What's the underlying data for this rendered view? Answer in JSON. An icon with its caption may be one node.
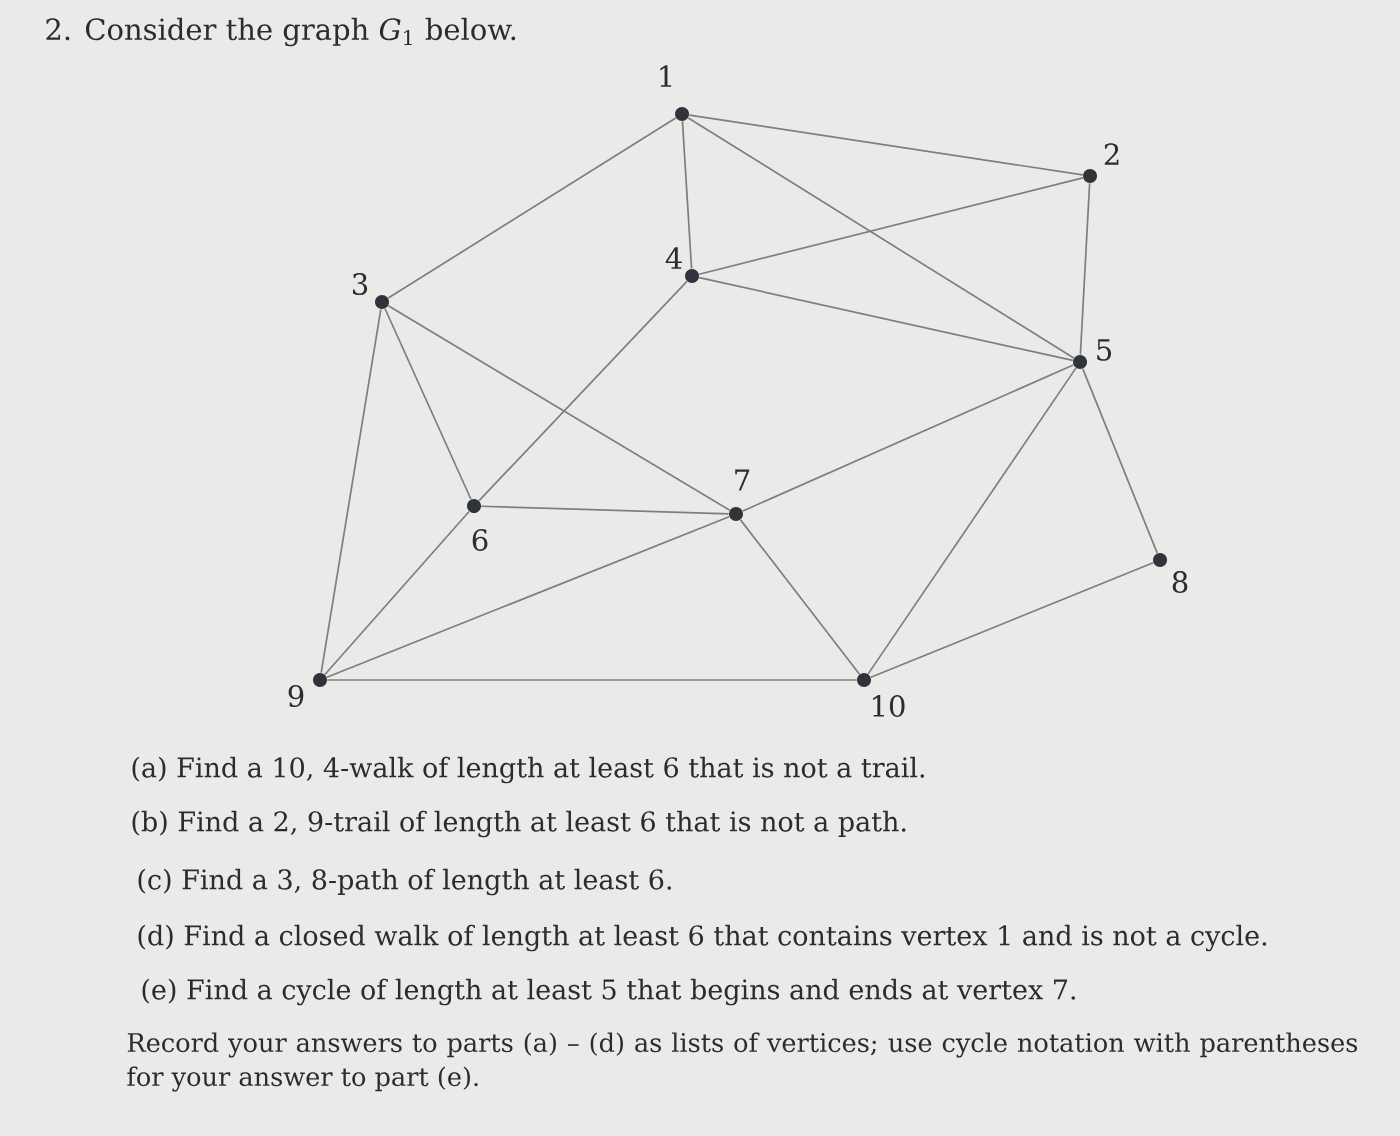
{
  "diagram": {
    "title": "2. Consider the graph *G*$_{1}$ below.",
    "nodes": [
      {
        "text": [
          "1"
        ]
      },
      {
        "text": [
          "2"
        ]
      },
      {
        "text": [
          "3"
        ]
      },
      {
        "text": [
          "4"
        ]
      },
      {
        "text": [
          "5"
        ]
      },
      {
        "text": [
          "6"
        ]
      },
      {
        "text": [
          "7"
        ]
      },
      {
        "text": [
          "8"
        ]
      },
      {
        "text": [
          "9"
        ]
      },
      {
        "text": [
          "10"
        ]
      }
    ],
    "edges": [
      {
        "from": 0,
        "to": 2,
        "arrow": "none"
      },
      {
        "from": 0,
        "to": 3,
        "arrow": "none"
      },
      {
        "from": 0,
        "to": 1,
        "arrow": "none"
      },
      {
        "from": 0,
        "to": 4,
        "arrow": "none"
      },
      {
        "from": 1,
        "to": 3,
        "arrow": "none"
      },
      {
        "from": 1,
        "to": 4,
        "arrow": "none"
      },
      {
        "from": 3,
        "to": 4,
        "arrow": "none"
      },
      {
        "from": 3,
        "to": 5,
        "arrow": "none"
      },
      {
        "from": 2,
        "to": 5,
        "arrow": "none"
      },
      {
        "from": 2,
        "to": 6,
        "arrow": "none"
      },
      {
        "from": 2,
        "to": 8,
        "arrow": "none"
      },
      {
        "from": 4,
        "to": 6,
        "arrow": "none"
      },
      {
        "from": 4,
        "to": 9,
        "arrow": "none"
      },
      {
        "from": 4,
        "to": 7,
        "arrow": "none"
      },
      {
        "from": 5,
        "to": 6,
        "arrow": "none"
      },
      {
        "from": 5,
        "to": 8,
        "arrow": "none"
      },
      {
        "from": 6,
        "to": 8,
        "arrow": "none"
      },
      {
        "from": 6,
        "to": 9,
        "arrow": "none"
      },
      {
        "from": 8,
        "to": 9,
        "arrow": "none"
      },
      {
        "from": 9,
        "to": 7,
        "arrow": "none"
      }
    ],
    "labels": [
      "(a) Find a 10, 4-walk of length at least 6 that is not a trail.",
      "(b) Find a 2, 9-trail of length at least 6 that is not a path.",
      "(c) Find a 3, 8-path of length at least 6.",
      "(d) Find a closed walk of length at least 6 that contains vertex 1 and is not a cycle.",
      "(e) Find a cycle of length at least 5 that begins and ends at vertex 7.",
      "Record your answers to parts (a) – (d) as lists of vertices; use cycle notation with parentheses for your answer to part (e)."
    ]
  }
}
